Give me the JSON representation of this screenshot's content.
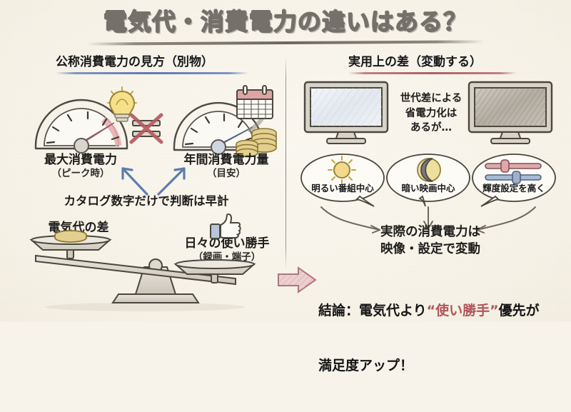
{
  "page": {
    "title": "電気代・消費電力の違いはある？",
    "background_color": "#f7f3ea",
    "ink_color": "#4e4a43"
  },
  "sections": {
    "left": {
      "heading": "公称消費電力の見方（別物）",
      "underline_color": "#5d7cb0",
      "gauges": [
        {
          "name": "peak-power-gauge",
          "label": "最大消費電力",
          "sublabel": "（ピーク時）",
          "needle_color": "#b5737a",
          "arc_color": "#e2a7ab",
          "icon": "lightbulb-icon"
        },
        {
          "name": "annual-power-gauge",
          "label": "年間消費電力量",
          "sublabel": "（目安）",
          "needle_color": "#64789e",
          "arc_color": "#a8b6cd",
          "icon": "calendar-icon",
          "icon2": "coins-icon"
        }
      ],
      "not_equal_symbol": "≠",
      "not_equal_color": "#b0555c",
      "caution_text": "カタログ数字だけで判断は早計",
      "arrow_color": "#5d7cb0",
      "scale": {
        "left_label": "電気代の差",
        "right_label": "日々の使い勝手",
        "right_sublabel": "（録画・端子）",
        "left_icon": "coin-icon",
        "right_icon": "thumbs-up-icon",
        "tilt": "right-heavy"
      }
    },
    "right": {
      "heading": "実用上の差（変動する）",
      "underline_color": "#ab5f68",
      "tvs": [
        {
          "name": "tv-bright",
          "screen_tone": "light"
        },
        {
          "name": "tv-dark",
          "screen_tone": "dark"
        }
      ],
      "tv_note": "世代差による\n省電力化は\nあるが…",
      "bubbles": [
        {
          "name": "bubble-bright-program",
          "icon": "sun-icon",
          "label": "明るい番組中心"
        },
        {
          "name": "bubble-dark-movie",
          "icon": "moon-icon",
          "label": "暗い映画中心"
        },
        {
          "name": "bubble-brightness-up",
          "icon": "sliders-icon",
          "label": "輝度設定を高く"
        }
      ],
      "result_text": "実際の消費電力は\n映像・設定で変動",
      "arrow_color": "#6d675e"
    }
  },
  "conclusion": {
    "arrow_icon": "right-arrow-icon",
    "arrow_color": "#c9969a",
    "prefix": "結論：電気代より",
    "highlight": "“使い勝手”",
    "suffix": "優先が",
    "line2": "満足度アップ！",
    "highlight_color": "#b0555c"
  }
}
